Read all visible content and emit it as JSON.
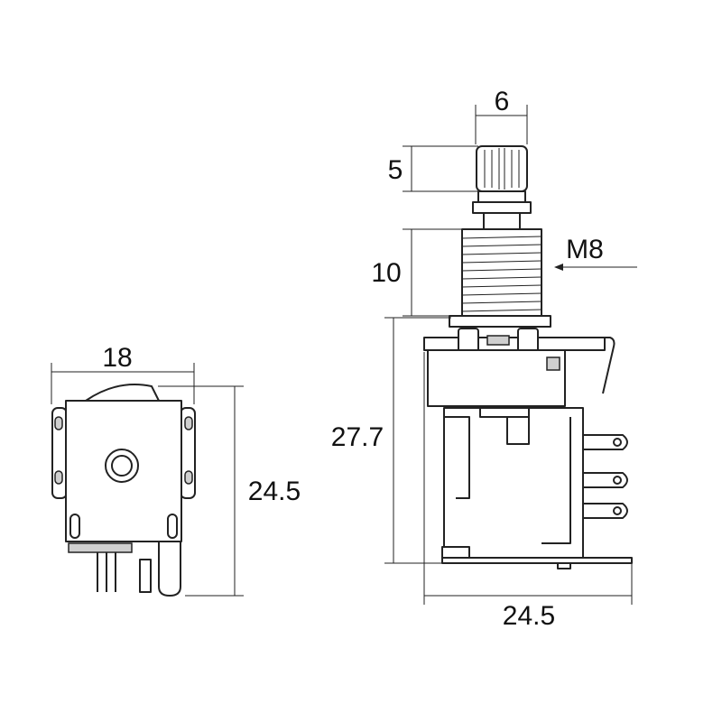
{
  "diagram": {
    "front_view": {
      "width_label": "18",
      "height_label": "24.5"
    },
    "side_view": {
      "shaft_diameter_label": "6",
      "knurl_height_label": "5",
      "bushing_height_label": "10",
      "thread_label": "M8",
      "body_height_label": "27.7",
      "depth_label": "24.5"
    },
    "colors": {
      "line": "#222222",
      "background": "#ffffff"
    }
  }
}
